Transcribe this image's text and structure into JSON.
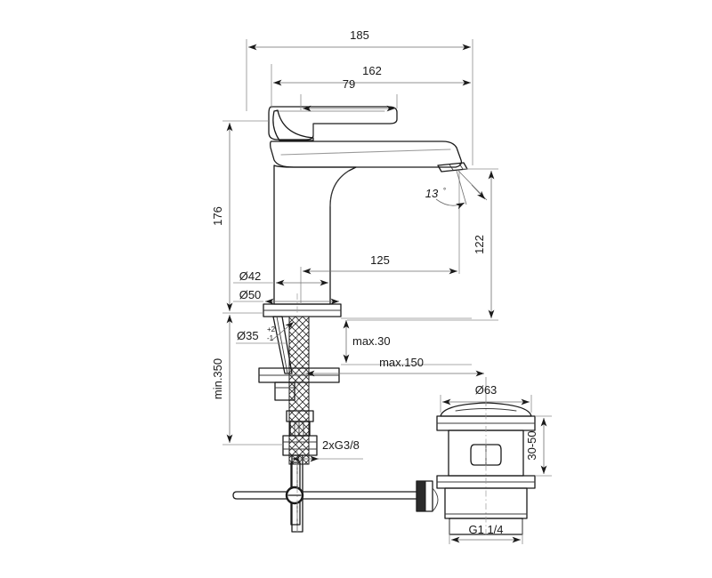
{
  "drawing": {
    "title": "Basin mixer tap technical dimension drawing",
    "units": "mm",
    "background_color": "#ffffff",
    "line_color": "#1a1a1a",
    "dimension_line_color": "#6e6e6e"
  },
  "dimensions": {
    "overall_width": "185",
    "spout_reach_total": "162",
    "lever_length": "79",
    "overall_height": "176",
    "spout_height": "122",
    "spout_projection": "125",
    "outlet_angle": "13",
    "outlet_angle_unit": "°",
    "body_diameter": "Ø42",
    "base_diameter": "Ø50",
    "hole_diameter": "Ø35",
    "hole_tol_upper": "+2",
    "hole_tol_lower": "-1",
    "worktop_thickness": "max.30",
    "hose_length": "max.150",
    "supply_min_length": "min.350",
    "supply_thread": "2xG3/8",
    "waste_cap_diameter": "Ø63",
    "waste_basin_thickness": "30-50",
    "waste_thread": "G1 1/4"
  },
  "labels": [
    {
      "id": "d185",
      "text": "185",
      "kind": "horizontal-dimension"
    },
    {
      "id": "d162",
      "text": "162",
      "kind": "horizontal-dimension"
    },
    {
      "id": "d79",
      "text": "79",
      "kind": "horizontal-dimension"
    },
    {
      "id": "d176",
      "text": "176",
      "kind": "vertical-dimension"
    },
    {
      "id": "d122",
      "text": "122",
      "kind": "vertical-dimension"
    },
    {
      "id": "d125",
      "text": "125",
      "kind": "horizontal-dimension"
    },
    {
      "id": "d13",
      "text": "13",
      "kind": "angular-dimension"
    },
    {
      "id": "d42",
      "text": "Ø42",
      "kind": "diameter-dimension"
    },
    {
      "id": "d50",
      "text": "Ø50",
      "kind": "diameter-dimension"
    },
    {
      "id": "d35",
      "text": "Ø35",
      "kind": "diameter-dimension-tolerance"
    },
    {
      "id": "max30",
      "text": "max.30",
      "kind": "vertical-dimension"
    },
    {
      "id": "max150",
      "text": "max.150",
      "kind": "horizontal-dimension"
    },
    {
      "id": "min350",
      "text": "min.350",
      "kind": "vertical-dimension"
    },
    {
      "id": "g38",
      "text": "2xG3/8",
      "kind": "thread-callout"
    },
    {
      "id": "d63",
      "text": "Ø63",
      "kind": "diameter-dimension"
    },
    {
      "id": "d3050",
      "text": "30-50",
      "kind": "vertical-dimension"
    },
    {
      "id": "g114",
      "text": "G1 1/4",
      "kind": "thread-callout"
    }
  ]
}
